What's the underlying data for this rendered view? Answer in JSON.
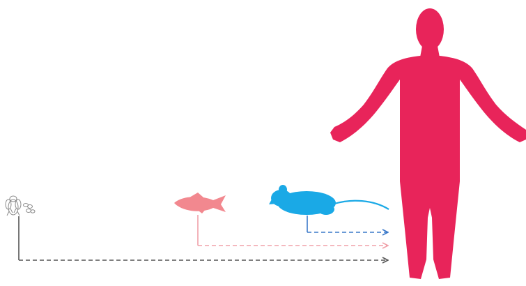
{
  "organisms": [
    {
      "name": "fly-and-yeast",
      "icon": "fly-yeast-icon",
      "color": "#8a8a8a"
    },
    {
      "name": "fish",
      "icon": "fish-icon",
      "color": "#f2888f"
    },
    {
      "name": "mouse",
      "icon": "mouse-icon",
      "color": "#1aa9e6"
    },
    {
      "name": "human",
      "icon": "human-icon",
      "color": "#e8245a"
    }
  ],
  "arrows": [
    {
      "from": "fly-and-yeast",
      "to": "human",
      "style": "dashed",
      "color": "#555555"
    },
    {
      "from": "fish",
      "to": "human",
      "style": "dashed",
      "color": "#f0a0a8"
    },
    {
      "from": "mouse",
      "to": "human",
      "style": "dashed",
      "color": "#3a78c9"
    }
  ]
}
